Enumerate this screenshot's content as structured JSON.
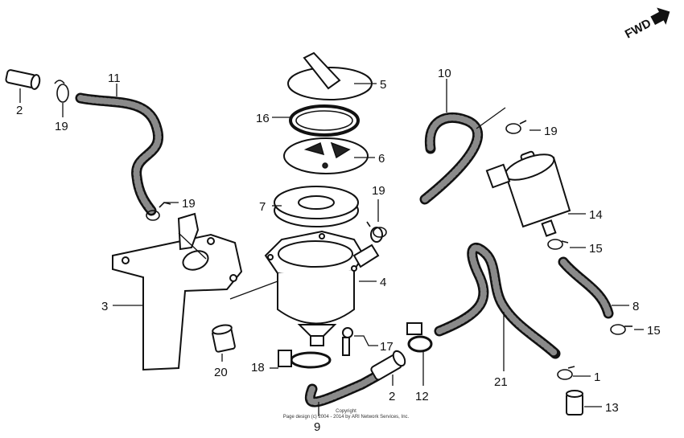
{
  "orientation": {
    "label": "FWD",
    "icon": "forward-arrow-icon"
  },
  "callouts": [
    {
      "id": "c2a",
      "text": "2"
    },
    {
      "id": "c19a",
      "text": "19"
    },
    {
      "id": "c11",
      "text": "11"
    },
    {
      "id": "c5",
      "text": "5"
    },
    {
      "id": "c16",
      "text": "16"
    },
    {
      "id": "c6",
      "text": "6"
    },
    {
      "id": "c7",
      "text": "7"
    },
    {
      "id": "c19b",
      "text": "19"
    },
    {
      "id": "c19c",
      "text": "19"
    },
    {
      "id": "c3",
      "text": "3"
    },
    {
      "id": "c4",
      "text": "4"
    },
    {
      "id": "c20",
      "text": "20"
    },
    {
      "id": "c18",
      "text": "18"
    },
    {
      "id": "c17",
      "text": "17"
    },
    {
      "id": "c9",
      "text": "9"
    },
    {
      "id": "c2b",
      "text": "2"
    },
    {
      "id": "c12",
      "text": "12"
    },
    {
      "id": "c10",
      "text": "10"
    },
    {
      "id": "c19d",
      "text": "19"
    },
    {
      "id": "c14",
      "text": "14"
    },
    {
      "id": "c15a",
      "text": "15"
    },
    {
      "id": "c8",
      "text": "8"
    },
    {
      "id": "c15b",
      "text": "15"
    },
    {
      "id": "c21",
      "text": "21"
    },
    {
      "id": "c1",
      "text": "1"
    },
    {
      "id": "c13",
      "text": "13"
    }
  ],
  "copyright": {
    "line1": "Copyright",
    "line2": "Page design (c) 2004 - 2014 by ARI Network Services, Inc."
  }
}
